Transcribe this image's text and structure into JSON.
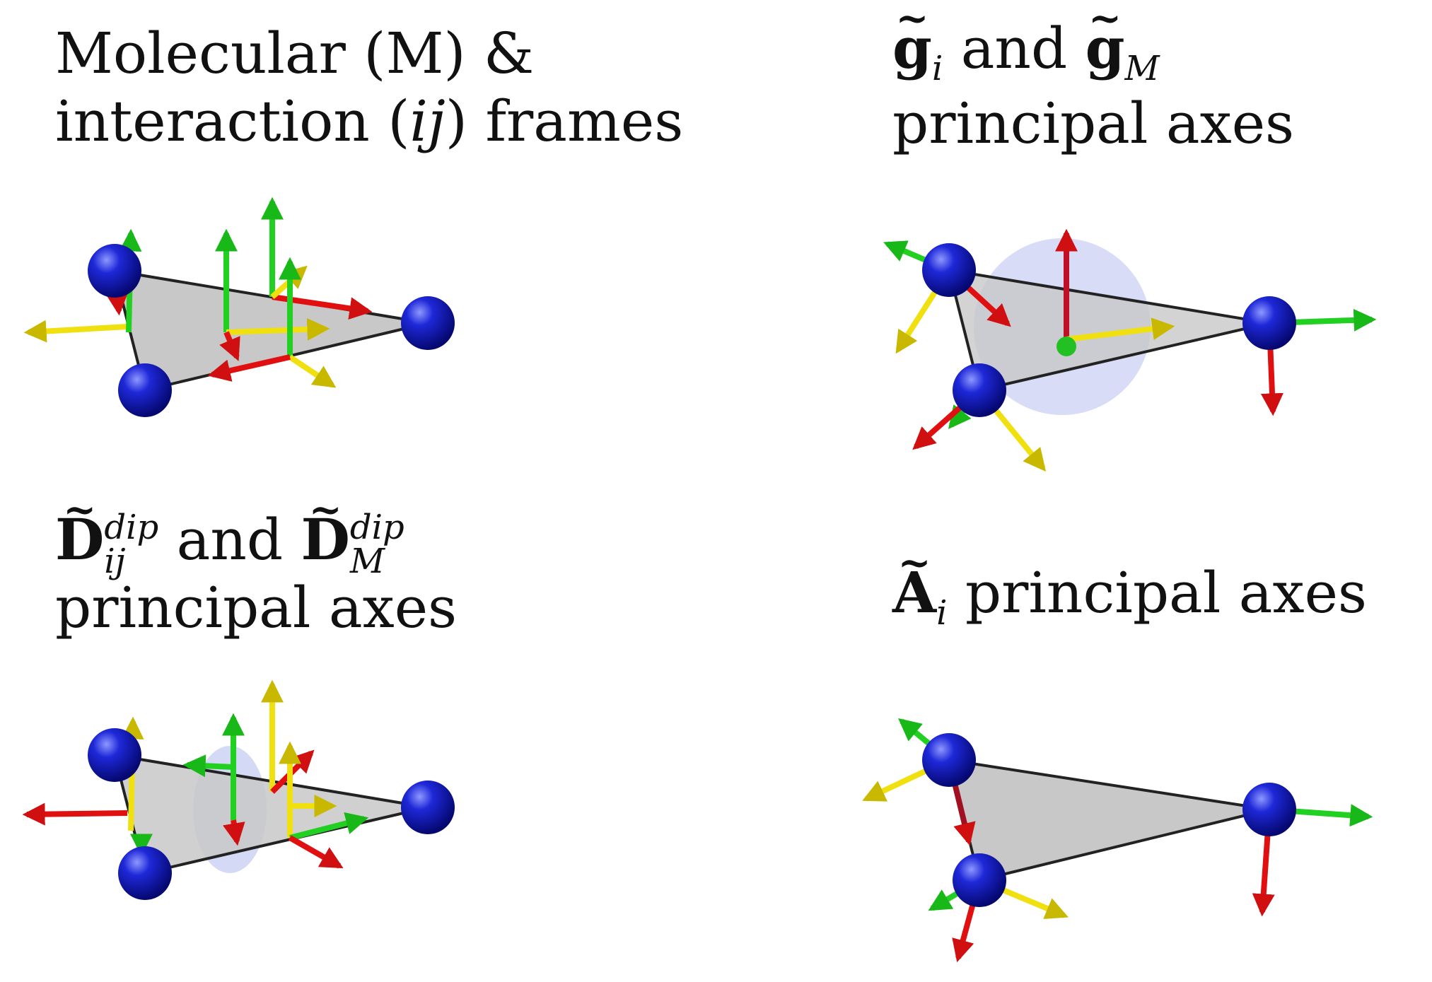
{
  "panels": {
    "frames": {
      "title_line1": "Molecular (M) &",
      "title_line2_pre": "interaction (",
      "title_line2_math": "ij",
      "title_line2_post": ") frames"
    },
    "g_axes": {
      "sym": "g",
      "sub_i": "i",
      "conj": "and",
      "sub_M": "M",
      "title_line2": "principal axes"
    },
    "d_axes": {
      "sym": "D",
      "sup": "dip",
      "sub_ij": "ij",
      "conj": "and",
      "sub_M": "M",
      "title_line2": "principal axes"
    },
    "a_axes": {
      "sym": "A",
      "sub_i": "i",
      "title_rest": "principal axes"
    }
  },
  "colors": {
    "atom": "#0a10b0",
    "atom_highlight": "#6f7cff",
    "plane": "#c8c8c8",
    "axis_red": "#e01010",
    "axis_green": "#22d022",
    "axis_yellow": "#f0e010",
    "ellipsoid": "#b8bff0"
  }
}
